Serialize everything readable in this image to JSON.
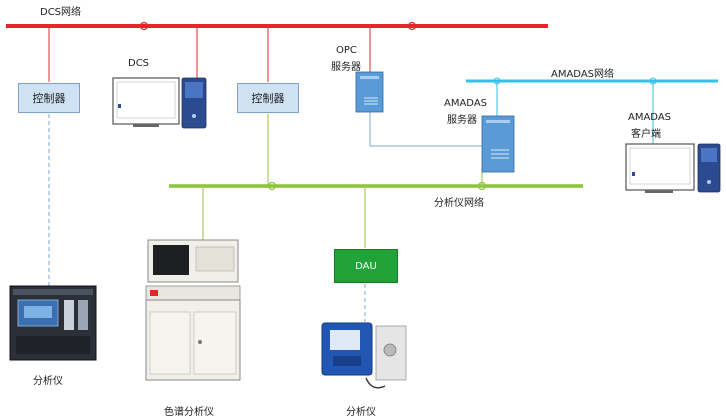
{
  "networks": {
    "dcs": "DCS网络",
    "amadas": "AMADAS网络",
    "analyzer": "分析仪网络"
  },
  "nodes": {
    "controller_1": "控制器",
    "controller_2": "控制器",
    "dcs_station": "DCS",
    "opc_server_line1": "OPC",
    "opc_server_line2": "服务器",
    "amadas_server_line1": "AMADAS",
    "amadas_server_line2": "服务器",
    "amadas_client_line1": "AMADAS",
    "amadas_client_line2": "客户端",
    "dau": "DAU",
    "analyzer_left": "分析仪",
    "chromatograph": "色谱分析仪",
    "analyzer_right": "分析仪"
  },
  "colors": {
    "dcs_bus": "#e8242b",
    "amadas_bus": "#35c2ea",
    "analyzer_bus": "#8cc43c",
    "dashed_link": "#7aa7d8",
    "dau_fill": "#21a337",
    "controller_fill": "#cfe2f3"
  }
}
